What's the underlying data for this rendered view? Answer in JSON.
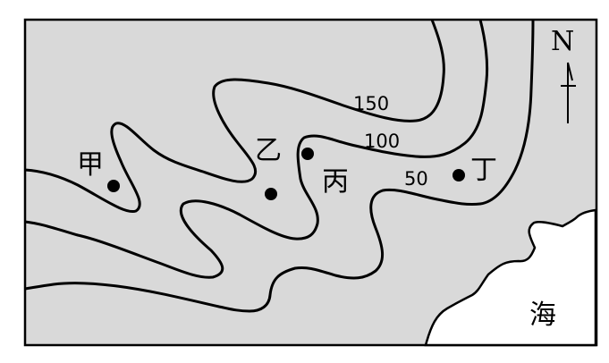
{
  "map": {
    "contours": [
      {
        "value": 150,
        "label": "150"
      },
      {
        "value": 100,
        "label": "100"
      },
      {
        "value": 50,
        "label": "50"
      }
    ],
    "points": [
      {
        "id": "jia",
        "label": "甲"
      },
      {
        "id": "yi",
        "label": "乙"
      },
      {
        "id": "bing",
        "label": "丙"
      },
      {
        "id": "ding",
        "label": "丁"
      }
    ],
    "sea_label": "海",
    "north_label": "N",
    "colors": {
      "land": "#d9d9d9",
      "sea": "#ffffff",
      "line": "#000000"
    }
  }
}
